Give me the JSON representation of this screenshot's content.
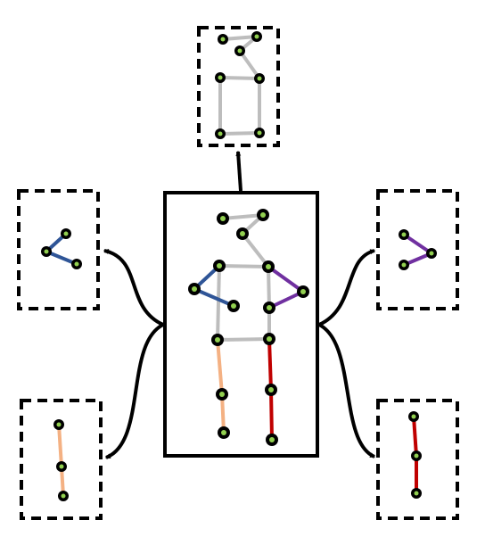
{
  "colors": {
    "background": "#ffffff",
    "frame": "#000000",
    "torso": "#bdbdbd",
    "right_arm": "#2f5597",
    "left_arm": "#7030a0",
    "right_leg": "#f4b183",
    "left_leg": "#c00000",
    "joint_outer": "#000000",
    "joint_inner": "#92d050"
  },
  "panels": {
    "center": {
      "name": "full-skeleton",
      "border": "solid"
    },
    "top": {
      "name": "torso-part",
      "border": "dashed"
    },
    "upper_left": {
      "name": "right-arm-part",
      "border": "dashed"
    },
    "lower_left": {
      "name": "right-leg-part",
      "border": "dashed"
    },
    "upper_right": {
      "name": "left-arm-part",
      "border": "dashed"
    },
    "lower_right": {
      "name": "left-leg-part",
      "border": "dashed"
    }
  },
  "arrows": [
    "to-top",
    "to-upper-left",
    "to-lower-left",
    "to-upper-right",
    "to-lower-right"
  ]
}
